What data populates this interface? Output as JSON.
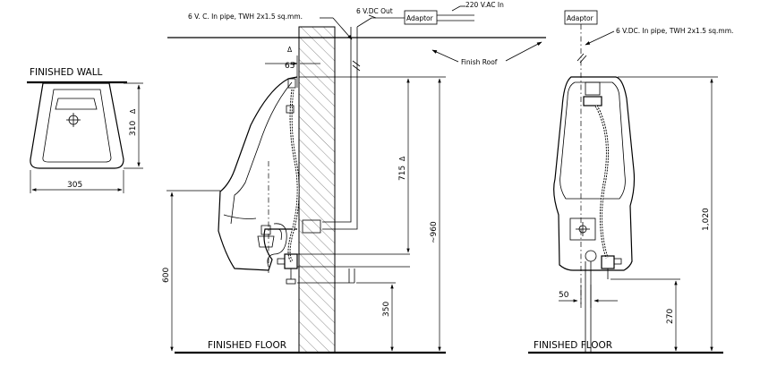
{
  "labels": {
    "finished_wall": "FINISHED  WALL",
    "finished_floor_left": "FINISHED  FLOOR",
    "finished_floor_right": "FINISHED  FLOOR",
    "finish_roof": "Finish  Roof",
    "adaptor_left": "Adaptor",
    "adaptor_right": "Adaptor",
    "note_6vc_in_pipe": "6 V. C.  In pipe,  TWH  2x1.5  sq.mm.",
    "note_6vdc_out": "6 V.DC Out",
    "note_220vac_in": "220  V.AC In",
    "note_6vdc_in_pipe": "6 V.DC.  In pipe,  TWH  2x1.5  sq.mm."
  },
  "dimensions": {
    "d305": "305",
    "d310": "310",
    "d65": "65",
    "d715": "715",
    "d960": "~960",
    "d600": "600",
    "d350": "350",
    "d1020": "1,020",
    "d270": "270",
    "d50": "50"
  },
  "markers": {
    "delta": "Δ",
    "triangle_tag": "Δ"
  }
}
